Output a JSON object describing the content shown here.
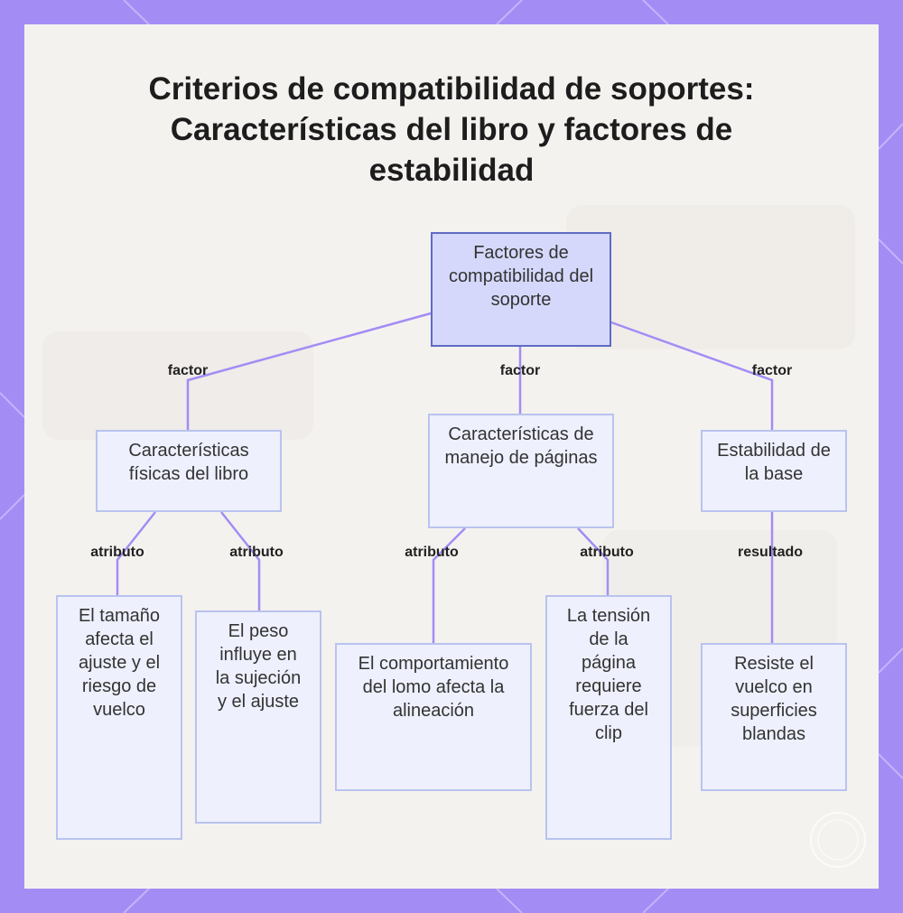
{
  "title": "Criterios de compatibilidad de soportes: Características del libro y factores de estabilidad",
  "colors": {
    "frame": "#a48cf5",
    "panel": "#f4f2ef",
    "edge": "#a48cf5",
    "node_fill": "#eef0fd",
    "node_border": "#b9c3ee",
    "root_fill": "#d5d8fb",
    "root_border": "#5f6bc3"
  },
  "nodes": {
    "root": "Factores de compatibilidad del soporte",
    "physical": "Características físicas del libro",
    "pages": "Características de manejo de páginas",
    "base": "Estabilidad de la base",
    "size": "El tamaño afecta el ajuste y el riesgo de vuelco",
    "weight": "El peso influye en la sujeción y el ajuste",
    "spine": "El comportamiento del lomo afecta la alineación",
    "tension": "La tensión de la página requiere fuerza del clip",
    "tip": "Resiste el vuelco en superficies blandas"
  },
  "edge_labels": {
    "root_physical": "factor",
    "root_pages": "factor",
    "root_base": "factor",
    "physical_size": "atributo",
    "physical_weight": "atributo",
    "pages_spine": "atributo",
    "pages_tension": "atributo",
    "base_tip": "resultado"
  }
}
